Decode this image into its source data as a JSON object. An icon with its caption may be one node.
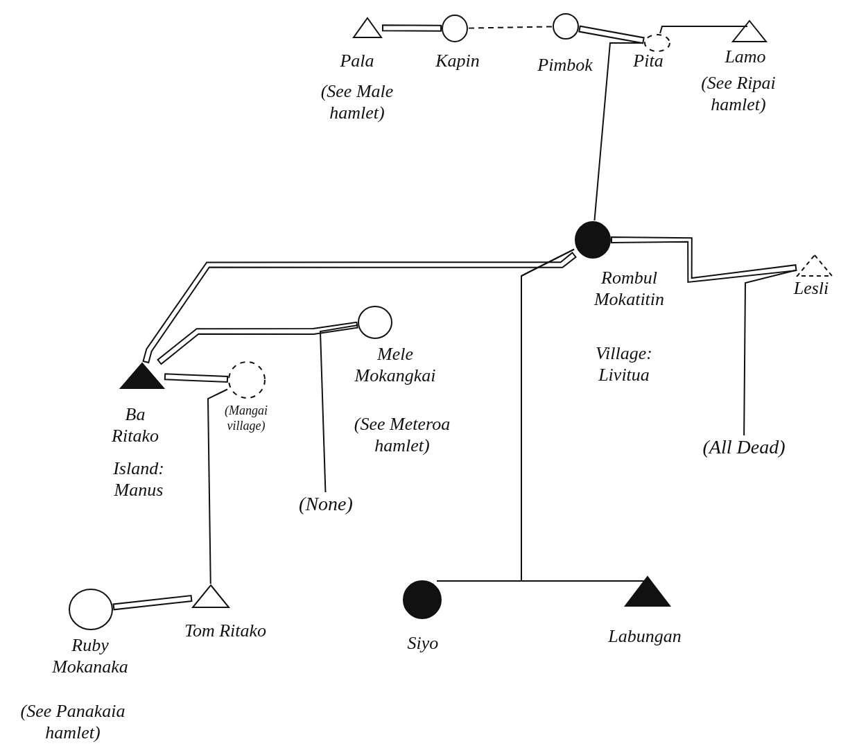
{
  "diagram": {
    "nodes": [
      {
        "text": [],
        "shape": "triangle",
        "beside": [
          "Pala",
          "(See Male hamlet)"
        ]
      },
      {
        "text": [],
        "shape": "circle",
        "beside": [
          "Kapin"
        ]
      },
      {
        "text": [],
        "shape": "circle",
        "beside": [
          "Pimbok"
        ]
      },
      {
        "text": [],
        "shape": "dashed-circle",
        "beside": [
          "Pita"
        ]
      },
      {
        "text": [],
        "shape": "triangle",
        "beside": [
          "Lamo",
          "(See Ripai hamlet)"
        ]
      },
      {
        "text": [],
        "shape": "filled-circle",
        "beside": [
          "Rombul Mokatitin",
          "Village: Livitua"
        ]
      },
      {
        "text": [],
        "shape": "dashed-triangle",
        "beside": [
          "Lesli"
        ]
      },
      {
        "text": [],
        "shape": "filled-triangle",
        "beside": [
          "Ba Ritako",
          "Island: Manus"
        ]
      },
      {
        "text": [],
        "shape": "dashed-circle",
        "beside": [
          "(Mangai village)"
        ]
      },
      {
        "text": [],
        "shape": "circle",
        "beside": [
          "Mele Mokangkai",
          "(See Meteroa hamlet)"
        ]
      },
      {
        "text": [],
        "shape": "circle",
        "beside": [
          "Ruby Mokanaka",
          "(See Panakaia hamlet)"
        ]
      },
      {
        "text": [],
        "shape": "triangle",
        "beside": [
          "Tom Ritako"
        ]
      },
      {
        "text": [],
        "shape": "filled-circle",
        "beside": [
          "Siyo"
        ]
      },
      {
        "text": [],
        "shape": "filled-triangle",
        "beside": [
          "Labungan"
        ]
      },
      {
        "text": [
          "(None)"
        ]
      },
      {
        "text": [
          "(All Dead)"
        ]
      }
    ],
    "edges": [
      {
        "from": 0,
        "to": 1,
        "arrow": "none"
      },
      {
        "from": 1,
        "to": 2,
        "arrow": "none",
        "style": "dashed"
      },
      {
        "from": 2,
        "to": 3,
        "arrow": "none"
      },
      {
        "from": 3,
        "to": 4,
        "arrow": "none"
      },
      {
        "from": 3,
        "to": 5,
        "arrow": "none"
      },
      {
        "from": 5,
        "to": 7,
        "arrow": "none"
      },
      {
        "from": 7,
        "to": 9,
        "arrow": "none"
      },
      {
        "from": 9,
        "to": 14,
        "arrow": "none"
      },
      {
        "from": 7,
        "to": 8,
        "arrow": "none"
      },
      {
        "from": 8,
        "to": 11,
        "arrow": "none"
      },
      {
        "from": 5,
        "to": 6,
        "arrow": "none"
      },
      {
        "from": 6,
        "to": 15,
        "arrow": "none"
      },
      {
        "from": 5,
        "to": 12,
        "arrow": "none"
      },
      {
        "from": 5,
        "to": 13,
        "arrow": "none"
      },
      {
        "from": 10,
        "to": 11,
        "arrow": "none"
      }
    ]
  }
}
